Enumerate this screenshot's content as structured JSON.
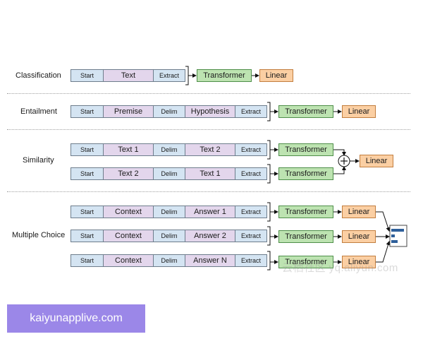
{
  "labels": {
    "classification": "Classification",
    "entailment": "Entailment",
    "similarity": "Similarity",
    "multiple_choice": "Multiple Choice"
  },
  "tokens": {
    "start": "Start",
    "delim": "Delim",
    "extract": "Extract",
    "text": "Text",
    "premise": "Premise",
    "hypothesis": "Hypothesis",
    "text1": "Text 1",
    "text2": "Text 2",
    "context": "Context",
    "answer1": "Answer 1",
    "answer2": "Answer 2",
    "answerN": "Answer N"
  },
  "blocks": {
    "transformer": "Transformer",
    "linear": "Linear",
    "plus": "+"
  },
  "watermark": "云栖社区 yq.aliyun.com",
  "banner": "kaiyunapplive.com",
  "colors": {
    "token_blue": "#d4e4f2",
    "token_purple": "#e3d6ec",
    "transformer_green": "#bde3b1",
    "linear_orange": "#fbcfa3",
    "softmax_blue": "#2e5f9a",
    "banner_purple": "#9b87e8"
  }
}
